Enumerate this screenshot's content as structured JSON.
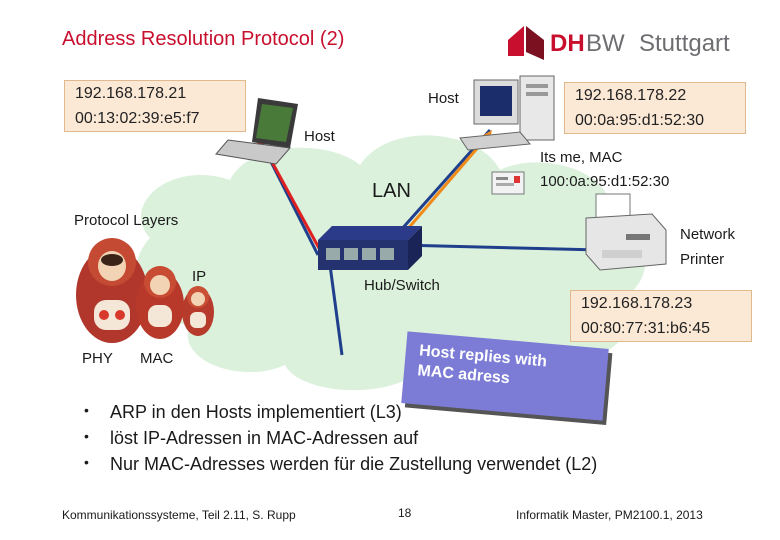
{
  "slide": {
    "title": "Address Resolution Protocol (2)",
    "logo": {
      "dh": "DH",
      "bw": "BW",
      "city": "Stuttgart",
      "brand_color": "#c8102e"
    },
    "host_left": {
      "ip": "192.168.178.21",
      "mac": "00:13:02:39:e5:f7",
      "label": "Host"
    },
    "host_right": {
      "ip": "192.168.178.22",
      "mac": "00:0a:95:d1:52:30",
      "label": "Host"
    },
    "reply": {
      "line1": "Its me, MAC",
      "line2": "100:0a:95:d1:52:30"
    },
    "lan_label": "LAN",
    "protocol_layers": "Protocol Layers",
    "layer_ip": "IP",
    "layer_phy": "PHY",
    "layer_mac": "MAC",
    "switch_label": "Hub/Switch",
    "printer": {
      "line1": "Network",
      "line2": "Printer",
      "ip": "192.168.178.23",
      "mac": "00:80:77:31:b6:45"
    },
    "callout": {
      "line1": "Host replies with",
      "line2": "MAC adress"
    },
    "bullets": [
      "ARP in den Hosts implementiert (L3)",
      "löst IP-Adressen in MAC-Adressen auf",
      "Nur MAC-Adresses werden für die Zustellung verwendet (L2)"
    ],
    "footer": {
      "left": "Kommunikationssysteme, Teil 2.11, S. Rupp",
      "page": "18",
      "right": "Informatik Master, PM2100.1, 2013"
    }
  }
}
